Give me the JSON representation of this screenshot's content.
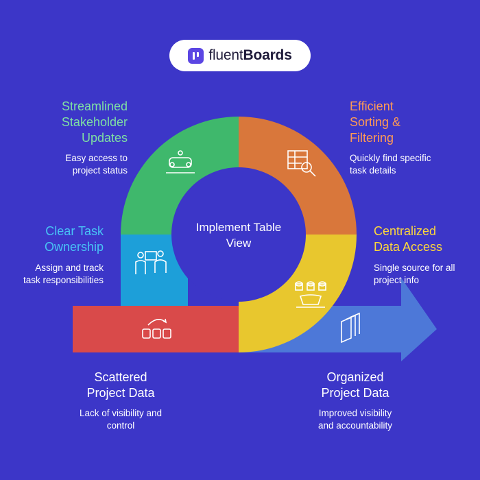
{
  "brand": {
    "light": "fluent",
    "bold": "Boards"
  },
  "center_label": "Implement Table\nView",
  "segments": {
    "stakeholder": {
      "title": "Streamlined\nStakeholder\nUpdates",
      "desc": "Easy access to\nproject status",
      "color": "#3fb86c",
      "icon": "meeting-table-icon"
    },
    "sorting": {
      "title": "Efficient\nSorting &\nFiltering",
      "desc": "Quickly find specific\ntask details",
      "color": "#d9773b",
      "icon": "table-search-icon"
    },
    "ownership": {
      "title": "Clear Task\nOwnership",
      "desc": "Assign and track\ntask responsibilities",
      "color": "#1d9fd9",
      "icon": "two-people-board-icon"
    },
    "centralized": {
      "title": "Centralized\nData Access",
      "desc": "Single source for all\nproject info",
      "color": "#e8c72e",
      "icon": "database-stack-icon"
    }
  },
  "start": {
    "title": "Scattered\nProject Data",
    "desc": "Lack of visibility and\ncontrol",
    "color": "#d94a4a",
    "icon": "shuffle-boxes-icon"
  },
  "end": {
    "title": "Organized\nProject Data",
    "desc": "Improved visibility\nand accountability",
    "color": "#4d78d8",
    "icon": "stacked-pages-icon"
  },
  "text_colors": {
    "stakeholder": "#7fe0a3",
    "sorting": "#ff9a55",
    "ownership": "#48c3f5",
    "centralized": "#ffd93a",
    "body": "#ffffff"
  }
}
